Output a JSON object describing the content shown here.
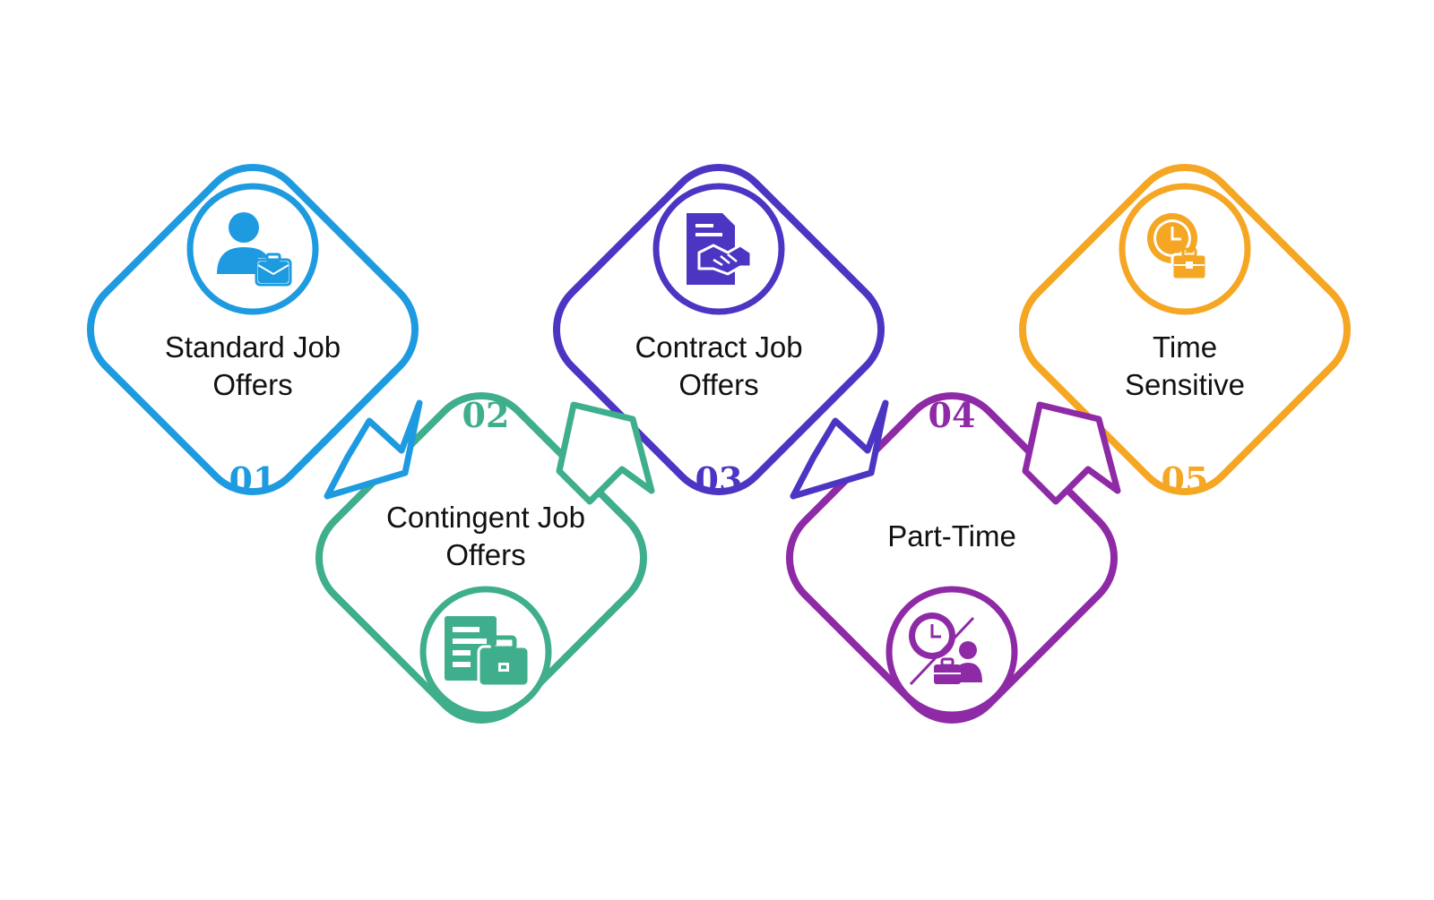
{
  "colors": {
    "step1": "#1e9be0",
    "step2": "#3fae8c",
    "step3": "#4d35c4",
    "step4": "#8e2aa6",
    "step5": "#f5a623"
  },
  "steps": [
    {
      "number": "01",
      "line1": "Standard Job",
      "line2": "Offers",
      "icon": "person-briefcase-icon"
    },
    {
      "number": "02",
      "line1": "Contingent Job",
      "line2": "Offers",
      "icon": "document-briefcase-icon"
    },
    {
      "number": "03",
      "line1": "Contract Job",
      "line2": "Offers",
      "icon": "contract-handshake-icon"
    },
    {
      "number": "04",
      "line1": "Part-Time",
      "line2": "",
      "icon": "clock-person-briefcase-icon"
    },
    {
      "number": "05",
      "line1": "Time",
      "line2": "Sensitive",
      "icon": "clock-briefcase-icon"
    }
  ]
}
